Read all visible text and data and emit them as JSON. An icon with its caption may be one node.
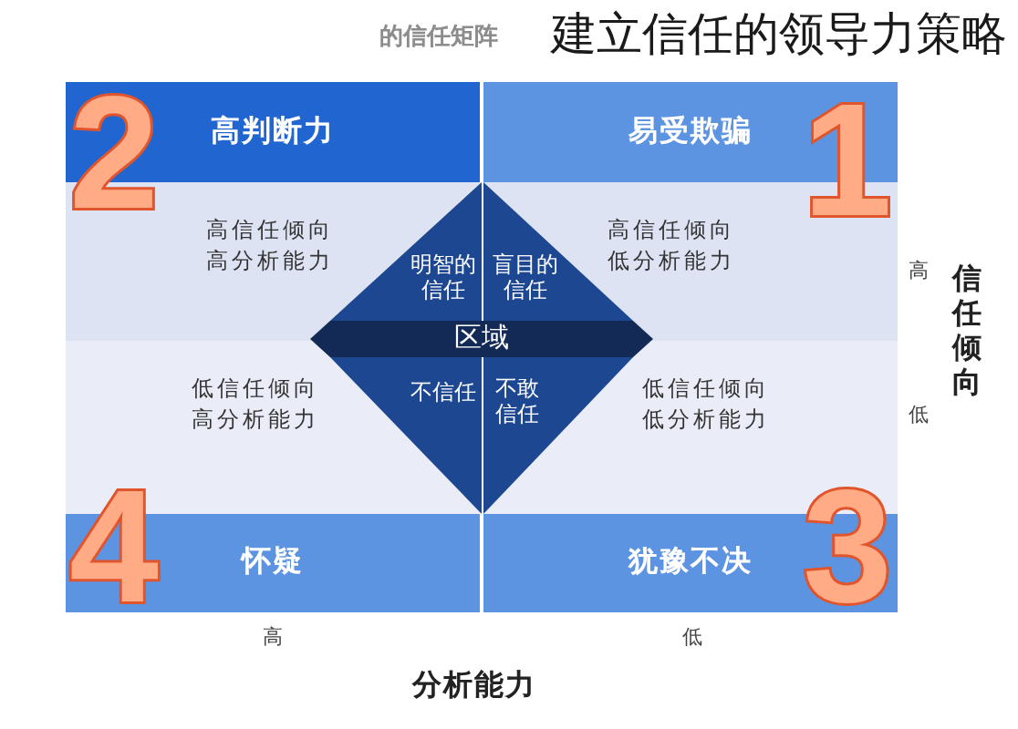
{
  "diagram": {
    "title": "建立信任的领导力策略",
    "nodes": [
      {
        "text": [
          "高判断力"
        ]
      },
      {
        "text": [
          "易受欺骗"
        ]
      },
      {
        "text": [
          "高信任倾向",
          "高分析能力"
        ]
      },
      {
        "text": [
          "高信任倾向",
          "低分析能力"
        ]
      },
      {
        "text": [
          "明智的信任"
        ],
        "in": 2
      },
      {
        "text": [
          "盲目的信任"
        ],
        "in": 3
      },
      {
        "text": [
          "区域"
        ]
      },
      {
        "text": [
          "低信任倾向",
          "高分析能力"
        ]
      },
      {
        "text": [
          "低信任倾向",
          "低分析能力"
        ]
      },
      {
        "text": [
          "不信任"
        ],
        "in": 7
      },
      {
        "text": [
          "不敢信任"
        ],
        "in": 8
      },
      {
        "text": [
          "怀疑"
        ]
      },
      {
        "text": [
          "犹豫不决"
        ]
      }
    ],
    "labels": [
      "的信任矩阵",
      "2",
      "1",
      "高",
      "信任倾向",
      "低",
      "4",
      "3",
      "高",
      "低",
      "分析能力"
    ]
  }
}
